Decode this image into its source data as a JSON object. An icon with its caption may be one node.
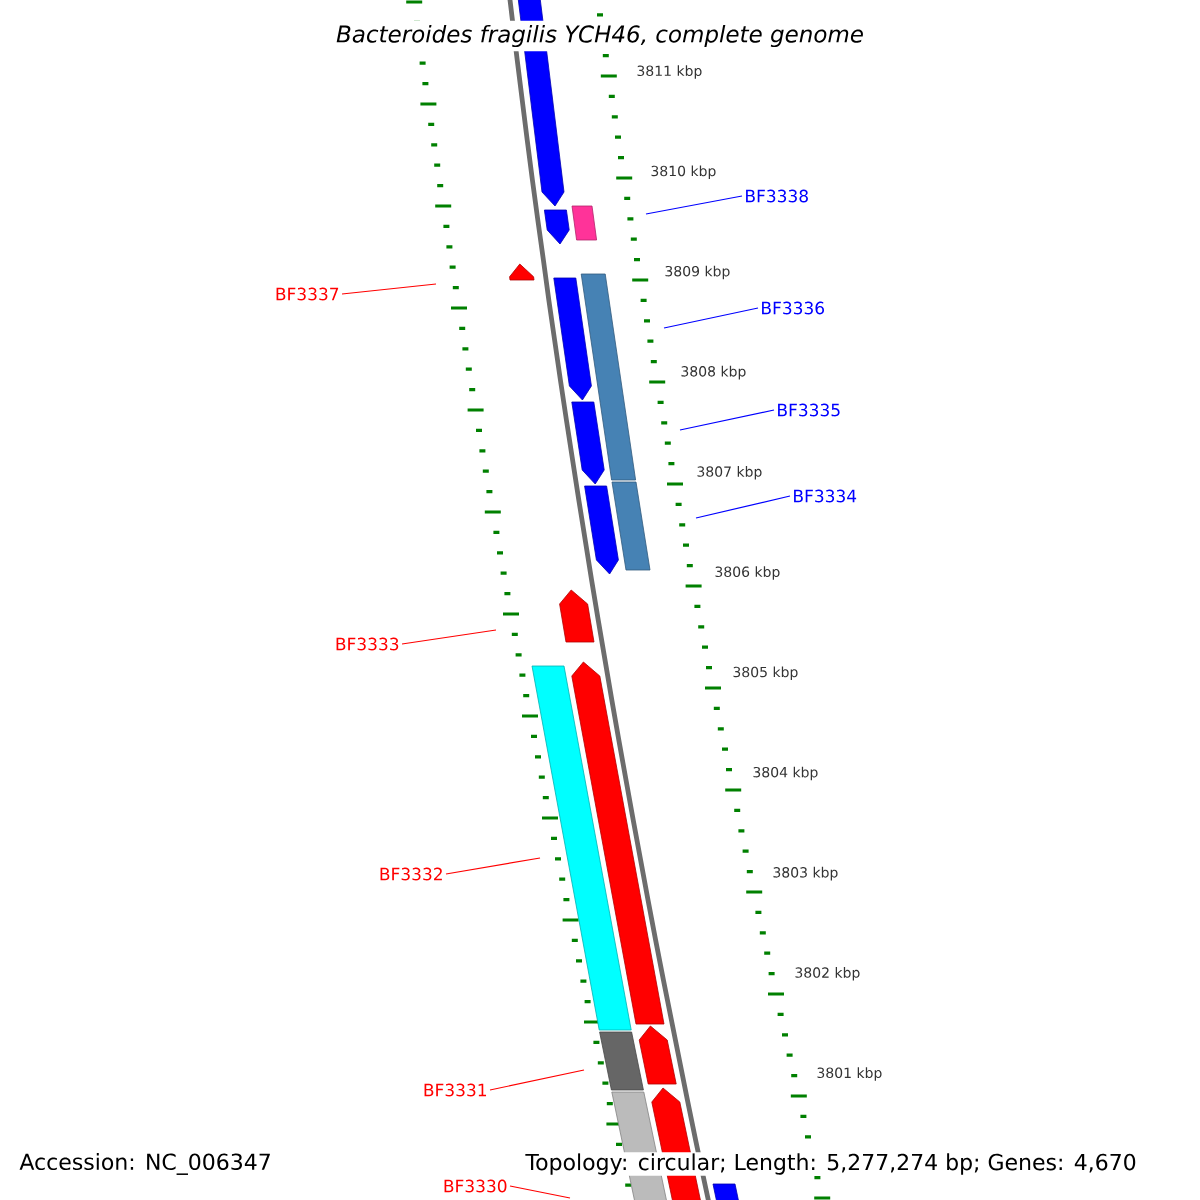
{
  "diagram": {
    "title": "Bacteroides fragilis YCH46, complete genome",
    "nodes": [
      {
        "text": [
          "BF3338"
        ]
      },
      {
        "text": [
          "BF3337"
        ]
      },
      {
        "text": [
          "BF3336"
        ]
      },
      {
        "text": [
          "BF3335"
        ]
      },
      {
        "text": [
          "BF3334"
        ]
      },
      {
        "text": [
          "BF3333"
        ]
      },
      {
        "text": [
          "BF3332"
        ]
      },
      {
        "text": [
          "BF3331"
        ]
      },
      {
        "text": [
          "BF3330"
        ]
      }
    ],
    "edges": [
      {
        "from": 0,
        "to": null,
        "arrow": "none",
        "color": "#0000ff"
      },
      {
        "from": 1,
        "to": null,
        "arrow": "none"
      },
      {
        "from": 2,
        "to": null,
        "arrow": "none",
        "color": "#0000ff"
      },
      {
        "from": 3,
        "to": null,
        "arrow": "none",
        "color": "#0000ff"
      },
      {
        "from": 4,
        "to": null,
        "arrow": "none",
        "color": "#0000ff"
      },
      {
        "from": 5,
        "to": null,
        "arrow": "none"
      },
      {
        "from": 6,
        "to": null,
        "arrow": "none"
      },
      {
        "from": 7,
        "to": null,
        "arrow": "none"
      },
      {
        "from": 8,
        "to": null,
        "arrow": "none"
      }
    ],
    "labels": [
      "3811 kbp",
      "3810 kbp",
      "3809 kbp",
      "3808 kbp",
      "3807 kbp",
      "3806 kbp",
      "3805 kbp",
      "3804 kbp",
      "3803 kbp",
      "3802 kbp",
      "3801 kbp",
      "Accession: NC_006347",
      "Topology: circular; Length: 5,277,274 bp; Genes: 4,670"
    ]
  }
}
